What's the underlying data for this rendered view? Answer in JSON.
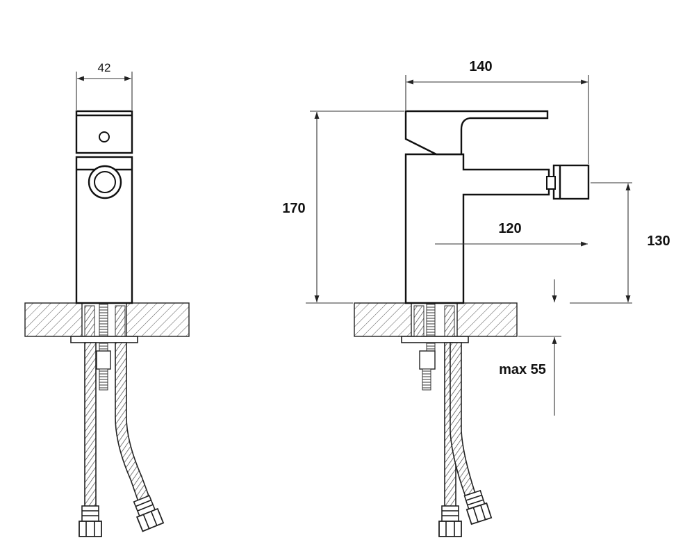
{
  "diagram": {
    "front_view": {
      "width_dim": "42"
    },
    "side_view": {
      "length_dim": "140",
      "height_dim": "170",
      "spout_reach_dim": "120",
      "spout_height_dim": "130",
      "max_thickness_dim": "max 55"
    }
  },
  "colors": {
    "line": "#111111",
    "background": "#ffffff",
    "hatch": "#555555"
  }
}
